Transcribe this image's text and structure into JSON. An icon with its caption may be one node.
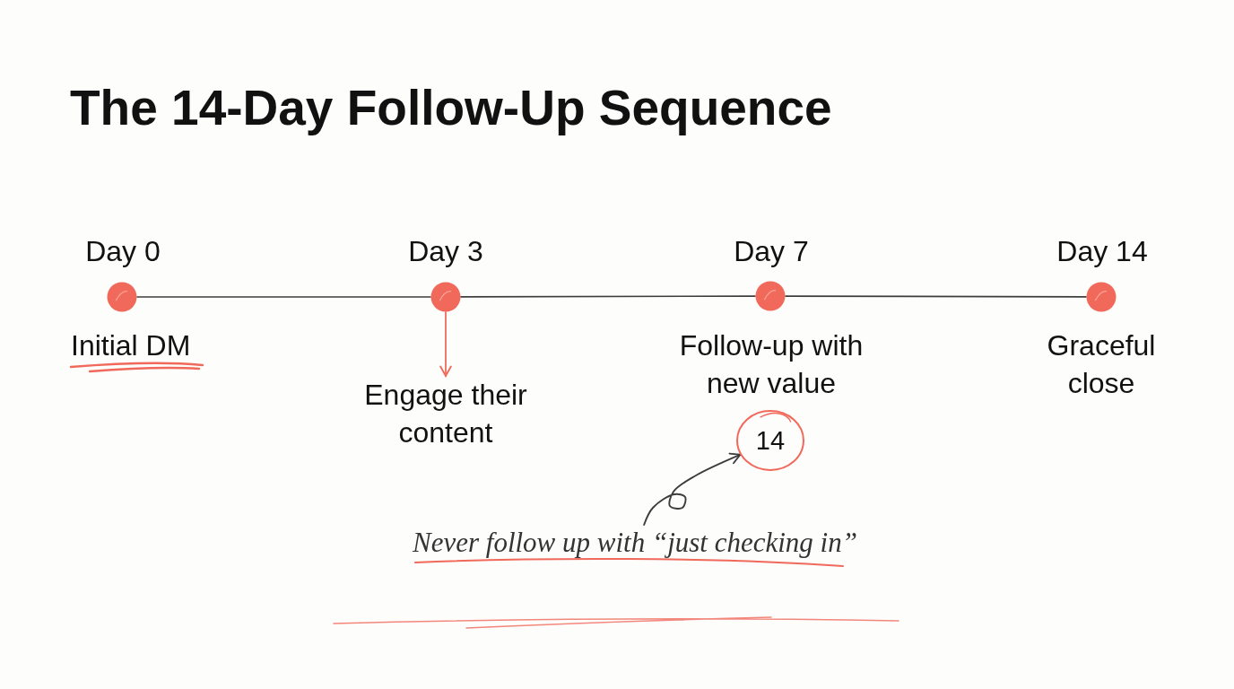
{
  "diagram": {
    "title": "The 14-Day Follow-Up Sequence",
    "nodes": [
      {
        "text": [],
        "shape": "circle",
        "beside": [
          "Day 0",
          "Initial DM"
        ]
      },
      {
        "text": [],
        "shape": "circle",
        "beside": [
          "Day 3"
        ]
      },
      {
        "text": [],
        "shape": "circle",
        "beside": [
          "Day 7",
          "Follow-up with new value"
        ]
      },
      {
        "text": [],
        "shape": "circle",
        "beside": [
          "Day 14",
          "Graceful close"
        ]
      },
      {
        "text": [
          "Engage their content"
        ]
      },
      {
        "text": [
          "14"
        ]
      },
      {
        "text": [
          "Never follow up with “just checking in”"
        ]
      }
    ],
    "edges": [
      {
        "from": 0,
        "to": 1,
        "arrow": "none"
      },
      {
        "from": 1,
        "to": 2,
        "arrow": "none"
      },
      {
        "from": 2,
        "to": 3,
        "arrow": "none"
      },
      {
        "from": 1,
        "to": 4,
        "arrow": "to",
        "color": "#ef6b5b"
      },
      {
        "from": 6,
        "to": 5,
        "arrow": "to"
      }
    ]
  }
}
